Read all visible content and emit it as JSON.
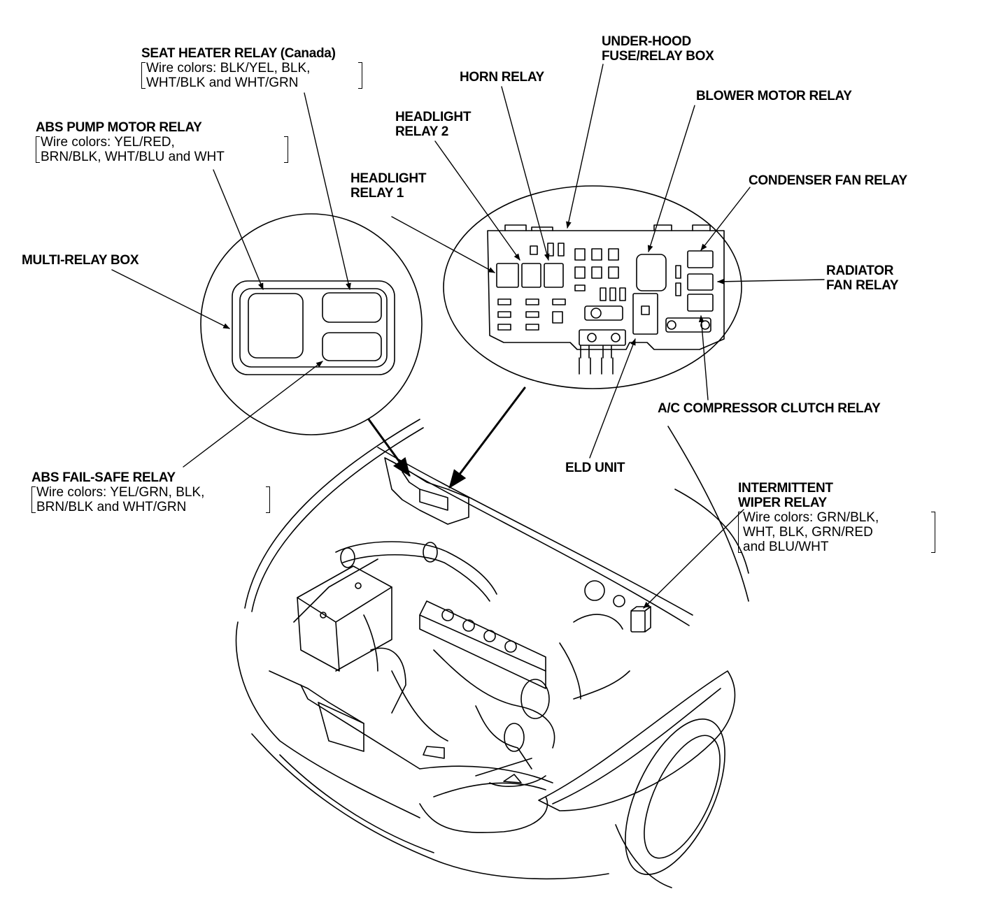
{
  "labels": {
    "seat_heater_relay": {
      "title": "SEAT HEATER RELAY (Canada)",
      "wires": [
        "Wire colors: BLK/YEL, BLK,",
        "WHT/BLK and WHT/GRN"
      ]
    },
    "abs_pump_motor_relay": {
      "title": "ABS PUMP MOTOR RELAY",
      "wires": [
        "Wire colors: YEL/RED,",
        "BRN/BLK, WHT/BLU and WHT"
      ]
    },
    "multi_relay_box": {
      "title": "MULTI-RELAY BOX"
    },
    "abs_fail_safe_relay": {
      "title": "ABS FAIL-SAFE RELAY",
      "wires": [
        "Wire colors: YEL/GRN, BLK,",
        "BRN/BLK and WHT/GRN"
      ]
    },
    "headlight_relay_2": {
      "lines": [
        "HEADLIGHT",
        "RELAY 2"
      ]
    },
    "headlight_relay_1": {
      "lines": [
        "HEADLIGHT",
        "RELAY 1"
      ]
    },
    "horn_relay": {
      "title": "HORN RELAY"
    },
    "under_hood_box": {
      "lines": [
        "UNDER-HOOD",
        "FUSE/RELAY BOX"
      ]
    },
    "blower_motor_relay": {
      "title": "BLOWER MOTOR RELAY"
    },
    "condenser_fan_relay": {
      "title": "CONDENSER FAN RELAY"
    },
    "radiator_fan_relay": {
      "lines": [
        "RADIATOR",
        "FAN RELAY"
      ]
    },
    "ac_compressor_clutch_relay": {
      "title": "A/C COMPRESSOR CLUTCH RELAY"
    },
    "eld_unit": {
      "title": "ELD UNIT"
    },
    "intermittent_wiper_relay": {
      "lines": [
        "INTERMITTENT",
        "WIPER RELAY"
      ],
      "wires": [
        "Wire colors: GRN/BLK,",
        "WHT, BLK, GRN/RED",
        "and BLU/WHT"
      ]
    }
  },
  "colors": {
    "ink": "#000000",
    "paper": "#ffffff"
  }
}
